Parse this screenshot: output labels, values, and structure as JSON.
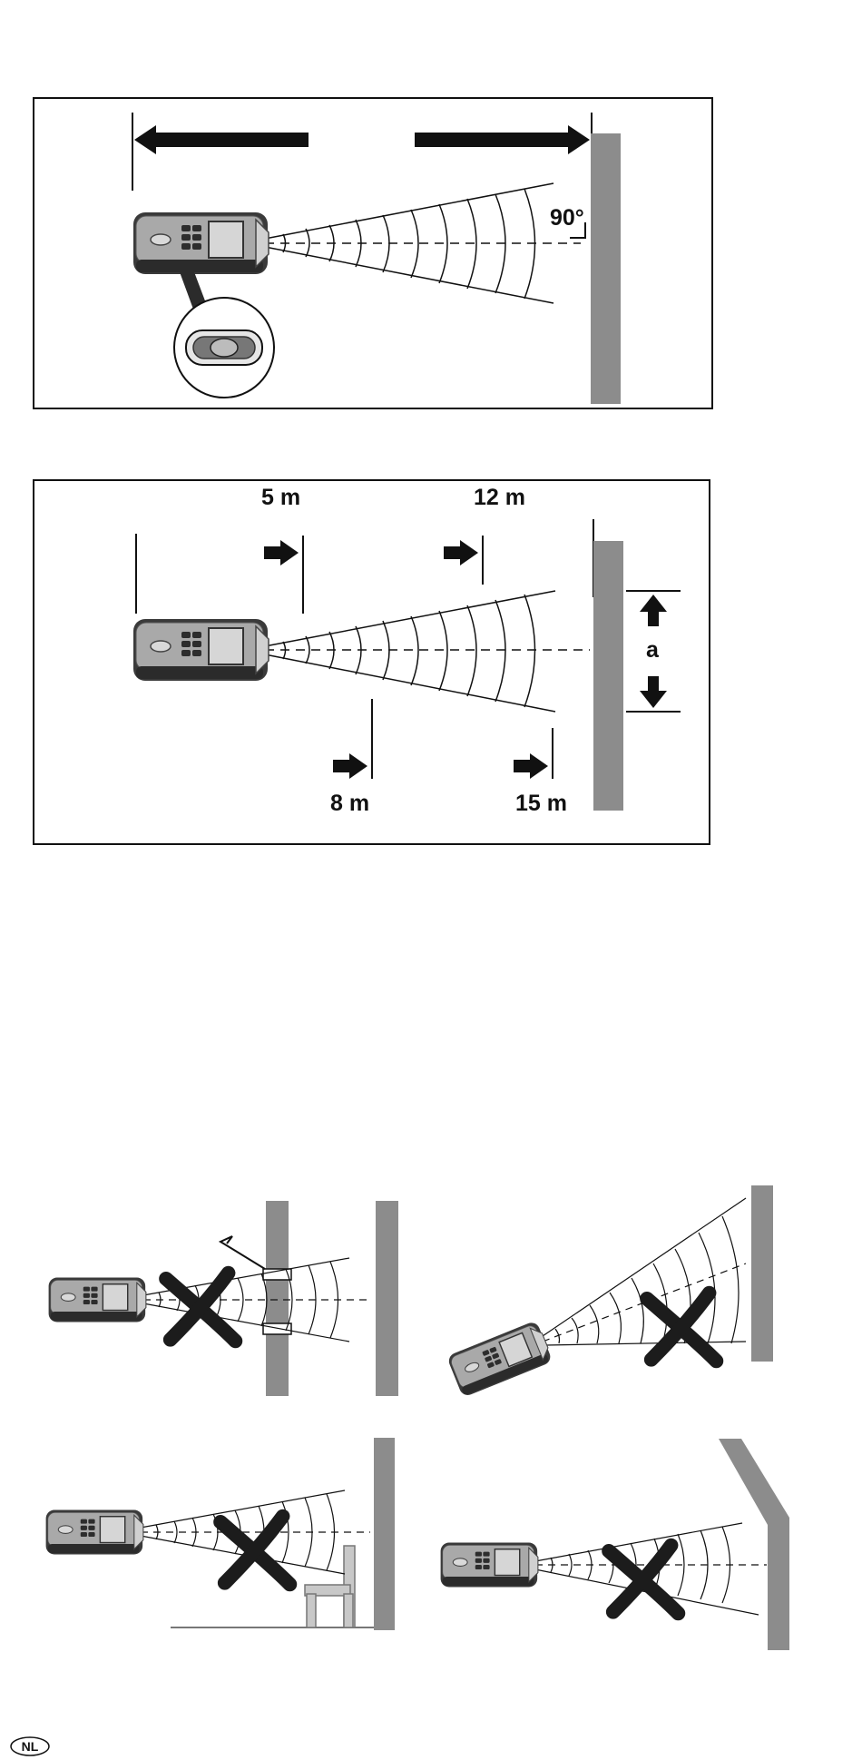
{
  "figure1": {
    "angle_label": "90°"
  },
  "figure2": {
    "distances": [
      {
        "id": "d5",
        "label": "5 m"
      },
      {
        "id": "d8",
        "label": "8 m"
      },
      {
        "id": "d12",
        "label": "12 m"
      },
      {
        "id": "d15",
        "label": "15 m"
      }
    ],
    "spread_label": "a"
  },
  "footer": {
    "language_badge": "NL"
  },
  "colors": {
    "wall": "#8c8c8c",
    "ink": "#1a1a1a",
    "device_dark": "#3a3a3a",
    "device_light": "#a9a9a9",
    "obstacle": "#c8c8c8"
  },
  "icons": [
    "arrow-left-icon",
    "arrow-right-icon",
    "arrow-up-icon",
    "arrow-down-icon",
    "cross-icon",
    "device-icon"
  ]
}
